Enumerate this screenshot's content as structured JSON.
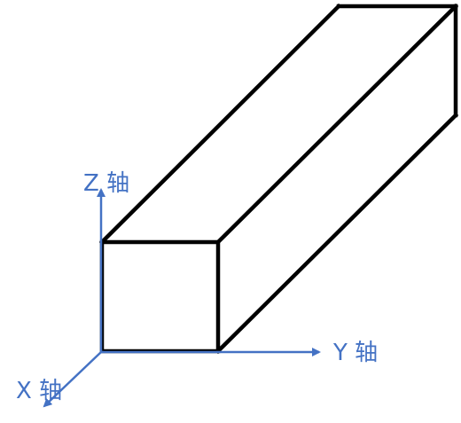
{
  "axes": {
    "x": {
      "label": "X 轴"
    },
    "y": {
      "label": "Y 轴"
    },
    "z": {
      "label": "Z 轴"
    }
  },
  "colors": {
    "axis": "#4472c4",
    "box_edge": "#000000",
    "background": "#ffffff"
  }
}
